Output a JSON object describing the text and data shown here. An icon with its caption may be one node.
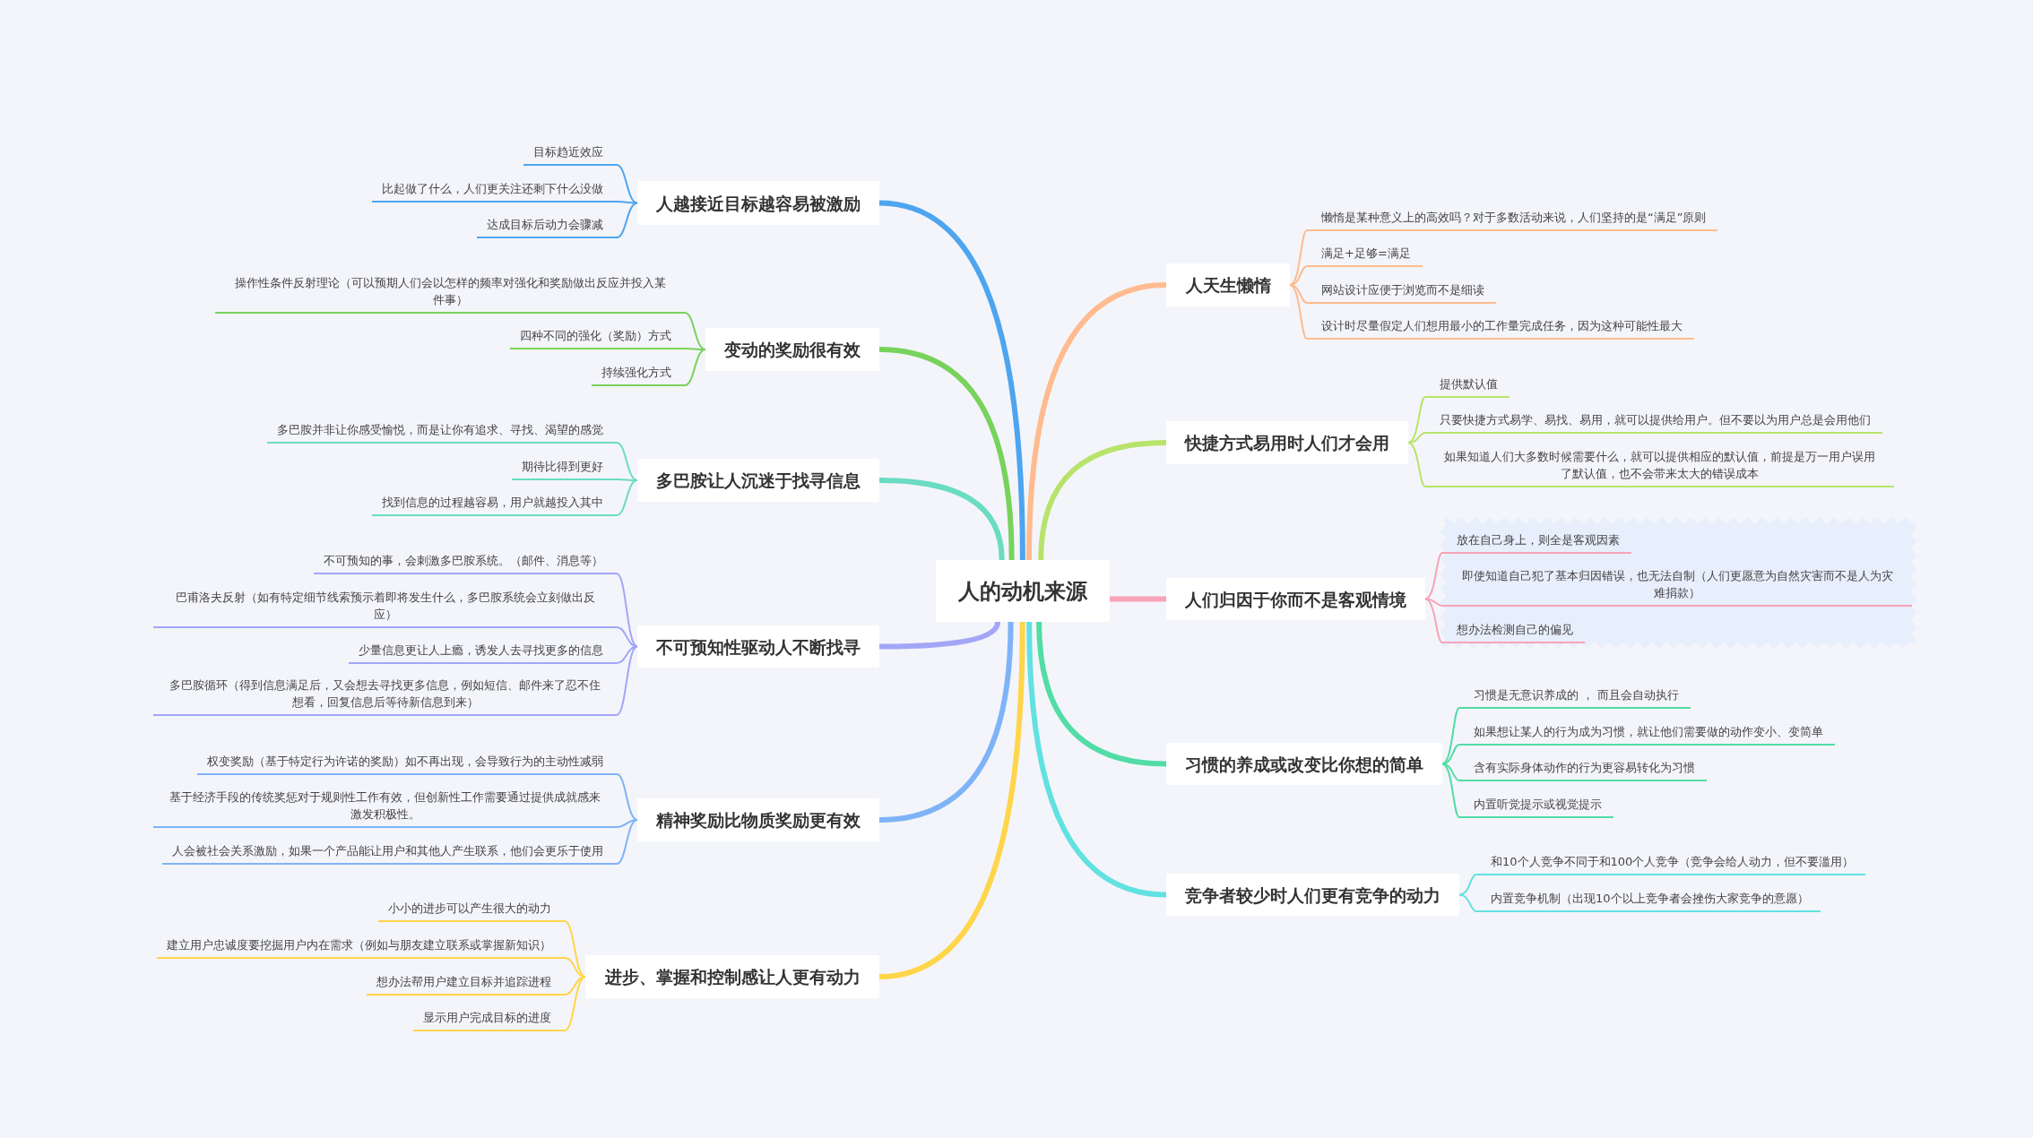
{
  "diagram": {
    "nodes": [
      {
        "text": [
          "人的动机来源"
        ]
      },
      {
        "text": [
          "人越接近目标越容易被激励"
        ]
      },
      {
        "text": [
          "目标趋近效应"
        ]
      },
      {
        "text": [
          "比起做了什么，人们更关注还剩下什么没做"
        ]
      },
      {
        "text": [
          "达成目标后动力会骤减"
        ]
      },
      {
        "text": [
          "变动的奖励很有效"
        ]
      },
      {
        "text": [
          "操作性条件反射理论（可以预期人们会以怎样的频率对强化和奖励做出反应并投入某件事）"
        ]
      },
      {
        "text": [
          "四种不同的强化（奖励）方式"
        ]
      },
      {
        "text": [
          "持续强化方式"
        ]
      },
      {
        "text": [
          "多巴胺让人沉迷于找寻信息"
        ]
      },
      {
        "text": [
          "多巴胺并非让你感受愉悦，而是让你有追求、寻找、渴望的感觉"
        ]
      },
      {
        "text": [
          "期待比得到更好"
        ]
      },
      {
        "text": [
          "找到信息的过程越容易，用户就越投入其中"
        ]
      },
      {
        "text": [
          "不可预知性驱动人不断找寻"
        ]
      },
      {
        "text": [
          "不可预知的事，会刺激多巴胺系统。（邮件、消息等）"
        ]
      },
      {
        "text": [
          "巴甫洛夫反射（如有特定细节线索预示着即将发生什么，多巴胺系统会立刻做出反应）"
        ]
      },
      {
        "text": [
          "少量信息更让人上瘾，诱发人去寻找更多的信息"
        ]
      },
      {
        "text": [
          "多巴胺循环（得到信息满足后，又会想去寻找更多信息，例如短信、邮件来了忍不住想看，回复信息后等待新信息到来）"
        ]
      },
      {
        "text": [
          "精神奖励比物质奖励更有效"
        ]
      },
      {
        "text": [
          "权变奖励（基于特定行为许诺的奖励）如不再出现，会导致行为的主动性减弱"
        ]
      },
      {
        "text": [
          "基于经济手段的传统奖惩对于规则性工作有效，但创新性工作需要通过提供成就感来激发积极性。"
        ]
      },
      {
        "text": [
          "人会被社会关系激励，如果一个产品能让用户和其他人产生联系，他们会更乐于使用"
        ]
      },
      {
        "text": [
          "进步、掌握和控制感让人更有动力"
        ]
      },
      {
        "text": [
          "小小的进步可以产生很大的动力"
        ]
      },
      {
        "text": [
          "建立用户忠诚度要挖掘用户内在需求（例如与朋友建立联系或掌握新知识）"
        ]
      },
      {
        "text": [
          "想办法帮用户建立目标并追踪进程"
        ]
      },
      {
        "text": [
          "显示用户完成目标的进度"
        ]
      },
      {
        "text": [
          "人天生懒惰"
        ]
      },
      {
        "text": [
          "懒惰是某种意义上的高效吗？对于多数活动来说，人们坚持的是“满足”原则"
        ]
      },
      {
        "text": [
          "满足+足够=满足"
        ]
      },
      {
        "text": [
          "网站设计应便于浏览而不是细读"
        ]
      },
      {
        "text": [
          "设计时尽量假定人们想用最小的工作量完成任务，因为这种可能性最大"
        ]
      },
      {
        "text": [
          "快捷方式易用时人们才会用"
        ]
      },
      {
        "text": [
          "提供默认值"
        ]
      },
      {
        "text": [
          "只要快捷方式易学、易找、易用，就可以提供给用户。但不要以为用户总是会用他们"
        ]
      },
      {
        "text": [
          "如果知道人们大多数时候需要什么，就可以提供相应的默认值，前提是万一用户误用了默认值，也不会带来太大的错误成本"
        ]
      },
      {
        "text": [
          "人们归因于你而不是客观情境"
        ]
      },
      {
        "text": [],
        "shape": "box"
      },
      {
        "text": [
          "放在自己身上，则全是客观因素"
        ],
        "in": 37
      },
      {
        "text": [
          "即使知道自己犯了基本归因错误，也无法自制（人们更愿意为自然灾害而不是人为灾难捐款）"
        ],
        "in": 37
      },
      {
        "text": [
          "想办法检测自己的偏见"
        ],
        "in": 37
      },
      {
        "text": [
          "习惯的养成或改变比你想的简单"
        ]
      },
      {
        "text": [
          "习惯是无意识养成的 ， 而且会自动执行"
        ]
      },
      {
        "text": [
          "如果想让某人的行为成为习惯，就让他们需要做的动作变小、变简单"
        ]
      },
      {
        "text": [
          "含有实际身体动作的行为更容易转化为习惯"
        ]
      },
      {
        "text": [
          "内置听觉提示或视觉提示"
        ]
      },
      {
        "text": [
          "竞争者较少时人们更有竞争的动力"
        ]
      },
      {
        "text": [
          "和10个人竞争不同于和100个人竞争（竞争会给人动力，但不要滥用）"
        ]
      },
      {
        "text": [
          "内置竞争机制（出现10个以上竞争者会挫伤大家竞争的意愿）"
        ]
      }
    ],
    "edges": [
      {
        "from": 0,
        "to": 1,
        "arrow": "none",
        "style": "thick",
        "color": "#4ea5ef"
      },
      {
        "from": 0,
        "to": 5,
        "arrow": "none",
        "style": "thick",
        "color": "#78d35c"
      },
      {
        "from": 0,
        "to": 9,
        "arrow": "none",
        "style": "thick",
        "color": "#6adcc2"
      },
      {
        "from": 0,
        "to": 13,
        "arrow": "none",
        "style": "thick",
        "color": "#a3a6f7"
      },
      {
        "from": 0,
        "to": 18,
        "arrow": "none",
        "style": "thick",
        "color": "#7fb3f7"
      },
      {
        "from": 0,
        "to": 22,
        "arrow": "none",
        "style": "thick",
        "color": "#ffd54a"
      },
      {
        "from": 0,
        "to": 27,
        "arrow": "none",
        "style": "thick",
        "color": "#ffbb8f"
      },
      {
        "from": 0,
        "to": 32,
        "arrow": "none",
        "style": "thick",
        "color": "#b8e36b"
      },
      {
        "from": 0,
        "to": 36,
        "arrow": "none",
        "style": "thick",
        "color": "#f8a3b8"
      },
      {
        "from": 0,
        "to": 41,
        "arrow": "none",
        "style": "thick",
        "color": "#52dca6"
      },
      {
        "from": 0,
        "to": 46,
        "arrow": "none",
        "style": "thick",
        "color": "#62e1e1"
      },
      {
        "from": 1,
        "to": 2,
        "arrow": "none",
        "color": "#4ea5ef"
      },
      {
        "from": 1,
        "to": 3,
        "arrow": "none",
        "color": "#4ea5ef"
      },
      {
        "from": 1,
        "to": 4,
        "arrow": "none",
        "color": "#4ea5ef"
      },
      {
        "from": 5,
        "to": 6,
        "arrow": "none",
        "color": "#78d35c"
      },
      {
        "from": 5,
        "to": 7,
        "arrow": "none",
        "color": "#78d35c"
      },
      {
        "from": 5,
        "to": 8,
        "arrow": "none",
        "color": "#78d35c"
      },
      {
        "from": 9,
        "to": 10,
        "arrow": "none",
        "color": "#6adcc2"
      },
      {
        "from": 9,
        "to": 11,
        "arrow": "none",
        "color": "#6adcc2"
      },
      {
        "from": 9,
        "to": 12,
        "arrow": "none",
        "color": "#6adcc2"
      },
      {
        "from": 13,
        "to": 14,
        "arrow": "none",
        "color": "#a3a6f7"
      },
      {
        "from": 13,
        "to": 15,
        "arrow": "none",
        "color": "#a3a6f7"
      },
      {
        "from": 13,
        "to": 16,
        "arrow": "none",
        "color": "#a3a6f7"
      },
      {
        "from": 13,
        "to": 17,
        "arrow": "none",
        "color": "#a3a6f7"
      },
      {
        "from": 18,
        "to": 19,
        "arrow": "none",
        "color": "#7fb3f7"
      },
      {
        "from": 18,
        "to": 20,
        "arrow": "none",
        "color": "#7fb3f7"
      },
      {
        "from": 18,
        "to": 21,
        "arrow": "none",
        "color": "#7fb3f7"
      },
      {
        "from": 22,
        "to": 23,
        "arrow": "none",
        "color": "#ffd54a"
      },
      {
        "from": 22,
        "to": 24,
        "arrow": "none",
        "color": "#ffd54a"
      },
      {
        "from": 22,
        "to": 25,
        "arrow": "none",
        "color": "#ffd54a"
      },
      {
        "from": 22,
        "to": 26,
        "arrow": "none",
        "color": "#ffd54a"
      },
      {
        "from": 27,
        "to": 28,
        "arrow": "none",
        "color": "#ffbb8f"
      },
      {
        "from": 27,
        "to": 29,
        "arrow": "none",
        "color": "#ffbb8f"
      },
      {
        "from": 27,
        "to": 30,
        "arrow": "none",
        "color": "#ffbb8f"
      },
      {
        "from": 27,
        "to": 31,
        "arrow": "none",
        "color": "#ffbb8f"
      },
      {
        "from": 32,
        "to": 33,
        "arrow": "none",
        "color": "#b8e36b"
      },
      {
        "from": 32,
        "to": 34,
        "arrow": "none",
        "color": "#b8e36b"
      },
      {
        "from": 32,
        "to": 35,
        "arrow": "none",
        "color": "#b8e36b"
      },
      {
        "from": 36,
        "to": 38,
        "arrow": "none",
        "color": "#f8a3b8"
      },
      {
        "from": 36,
        "to": 39,
        "arrow": "none",
        "color": "#f8a3b8"
      },
      {
        "from": 36,
        "to": 40,
        "arrow": "none",
        "color": "#f8a3b8"
      },
      {
        "from": 41,
        "to": 42,
        "arrow": "none",
        "color": "#52dca6"
      },
      {
        "from": 41,
        "to": 43,
        "arrow": "none",
        "color": "#52dca6"
      },
      {
        "from": 41,
        "to": 44,
        "arrow": "none",
        "color": "#52dca6"
      },
      {
        "from": 41,
        "to": 45,
        "arrow": "none",
        "color": "#52dca6"
      },
      {
        "from": 46,
        "to": 47,
        "arrow": "none",
        "color": "#62e1e1"
      },
      {
        "from": 46,
        "to": 48,
        "arrow": "none",
        "color": "#62e1e1"
      }
    ]
  }
}
